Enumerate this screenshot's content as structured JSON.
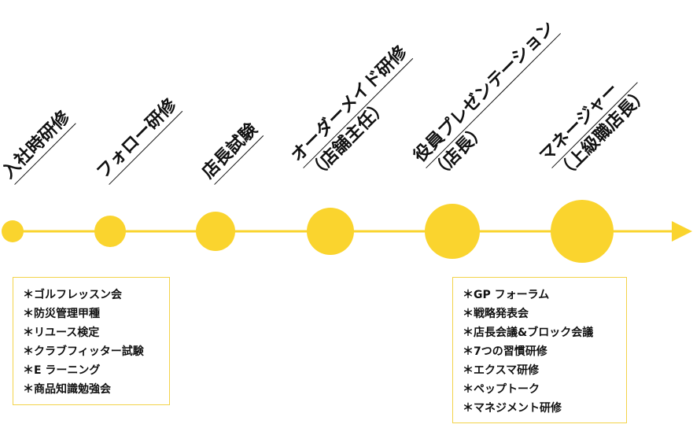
{
  "colors": {
    "accent": "#fad42e",
    "box_border": "#f3d34a",
    "text": "#111111"
  },
  "timeline": {
    "stages": [
      {
        "lines": [
          "入社時研修"
        ]
      },
      {
        "lines": [
          "フォロー研修"
        ]
      },
      {
        "lines": [
          "店長試験"
        ]
      },
      {
        "lines": [
          "オーダーメイド研修",
          "（店舗主任）"
        ]
      },
      {
        "lines": [
          "役員プレゼンテーション",
          "（店長）"
        ]
      },
      {
        "lines": [
          "マネージャー",
          "（上級職店長）"
        ]
      }
    ]
  },
  "boxes": {
    "left": {
      "items": [
        "＊ゴルフレッスン会",
        "＊防災管理甲種",
        "＊リユース検定",
        "＊クラブフィッター試験",
        "＊E ラーニング",
        "＊商品知識勉強会"
      ]
    },
    "right": {
      "items": [
        "＊GP フォーラム",
        "＊戦略発表会",
        "＊店長会議&ブロック会議",
        "＊7つの習慣研修",
        "＊エクスマ研修",
        "＊ペップトーク",
        "＊マネジメント研修"
      ]
    }
  }
}
